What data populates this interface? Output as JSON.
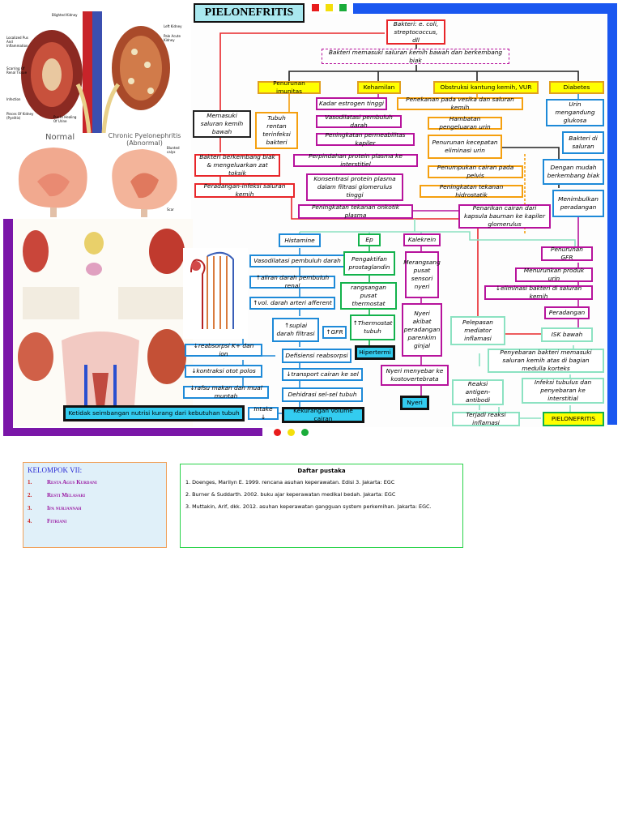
{
  "title": "PIELONEFRITIS",
  "illustration_labels": {
    "top_left": [
      "Blighted Kidney",
      "Left Kidney",
      "Localized Pus And Inflammation",
      "Pale Acute Kidney",
      "Scarring Of Renal Tissue",
      "Infection",
      "Pieces Of Kidney (Pyelitis)",
      "Pus In Healing Of Urine"
    ],
    "middle_left": [
      "Normal",
      "Chronic Pyelonephritis (Abnormal)",
      "Blunted calyx",
      "Scar"
    ]
  },
  "nodes": {
    "bakteri": "Bakteri: e. coli, streptococcus, dll",
    "masuk_saluran": "Bakteri memasuki saluran kemih bawah dan berkembang biak",
    "penurunan_imun": "Penurunan imunitas",
    "kehamilan": "Kehamilan",
    "obstruksi": "Obstruksi kantung kemih, VUR",
    "diabetes": "Diabetes",
    "memasuki": "Memasuki saluran kemih bawah",
    "tubuh_rentan": "Tubuh rentan terinfeksi bakteri",
    "estrogen": "Kadar estrogen tinggi",
    "vasodilatasi1": "Vasodilatasi pembuluh darah",
    "permeabilitas": "Peningkatan permeabilitas kapiler",
    "perpindahan": "Perpindahan protein plasma ke interstitiel",
    "konsentrasi": "Konsentrasi protein plasma dalam filtrasi glomerulus tinggi",
    "onkotik": "Peningkatan tekanan onkotik plasma",
    "penekanan": "Penekanan pada vesika dan saluran kemih",
    "hambatan": "Hambatan pengeluaran urin",
    "penurunan_kecepatan": "Penurunan kecepatan eliminasi urin",
    "penumpukan": "Penumpukan cairan pada pelvis",
    "hidrostatik": "Peningkatan tekanan hidrostatik",
    "penarikan": "Penarikan cairan dari kapsula bauman ke kapiler glomerulus",
    "urin_glukosa": "Urin mengandung glukosa",
    "bakteri_urin": "Bakteri di saluran",
    "mudah_biak": "Dengan mudah berkembang biak",
    "menimbulkan": "Menimbulkan peradangan",
    "bakteri_toksik": "Bakteri berkembang biak & mengeluarkan zat toksik",
    "peradangan_infeksi": "Peradangan-infeksi saluran kemih",
    "histamine": "Histamine",
    "ep": "Ep",
    "kalekrein": "Kalekrein",
    "vasodilatasi2": "Vasodilatasi pembuluh darah",
    "aliran_renal": "↑aliran darah pembuluh renal",
    "afferent": "↑vol. darah arteri afferent",
    "suplai": "↑suplai darah filtrasi",
    "gfr_up": "↑GFR",
    "defisiensi": "Defisiensi reabsorpsi",
    "transport": "↓transport cairan ke sel",
    "dehidrasi": "Dehidrasi sel-sel tubuh",
    "kekurangan_cairan": "Kekurangan volume cairan",
    "prostaglandin": "Pengaktifan prostaglandin",
    "rangsangan": "rangsangan pusat thermostat",
    "thermostat": "↑Thermostat tubuh",
    "hipertermi": "Hipertermi",
    "merangsang": "Merangsang pusat sensori nyeri",
    "nyeri_akibat": "Nyeri akibat peradangan parenkim ginjal",
    "nyeri_menyebar": "Nyeri menyebar ke kostovertebrata",
    "nyeri": "Nyeri",
    "penurunan_gfr": "Penurunan GFR",
    "produk_urin": "Menurunkan produk urin",
    "eliminasi_bakteri": "↓eliminasi bakteri di saluran kemih",
    "peradangan": "Peradangan",
    "isk_bawah": "ISK bawah",
    "penyebaran": "Penyebaran bakteri memasuki saluran kemih atas di bagian medulla korteks",
    "infeksi_tubulus": "Infeksi tubulus dan penyebaran ke interstitial",
    "pielonefritis_box": "PIELONEFRITIS",
    "pelepasan": "Pelepasan mediator inflamasi",
    "reaksi_antigen": "Reaksi antigen-antibodi",
    "reaksi_inflamasi": "Terjadi reaksi inflamasi",
    "reabsorpsi_k": "↓reabsorpsi K+ dan ion",
    "kontraksi": "↓kontraksi otot polos",
    "nafsu": "↓rafsu makan dan mual muntah",
    "intake": "Intake ↓",
    "nutrisi": "Ketidak seimbangan nutrisi kurang dari kebutuhan tubuh"
  },
  "kelompok": {
    "title": "KELOMPOK VII:",
    "members": [
      "Resta Agus Kurdani",
      "Resti Melasari",
      "Ipa nurjannah",
      "Fitriani"
    ],
    "numbers": [
      "1.",
      "2.",
      "3.",
      "4."
    ]
  },
  "daftar": {
    "title": "Daftar pustaka",
    "items": [
      "1. Doenges, Marilyn E. 1999. rencana asuhan keperawatan. Edisi 3. Jakarta: EGC",
      "2. Burner & Suddarth. 2002. buku ajar keperawatan medikal bedah. Jakarta: EGC",
      "3. Muttakin, Arif, dkk. 2012. asuhan keperawatan gangguan system perkemihan. Jakarta: EGC."
    ]
  },
  "colors": {
    "title_bg": "#a9e8ef",
    "blue_frame": "#1a57f0",
    "purple_frame": "#7a16a8",
    "dot_red": "#e81c1c",
    "dot_yellow": "#f4df0b",
    "dot_green": "#1aac3a"
  }
}
